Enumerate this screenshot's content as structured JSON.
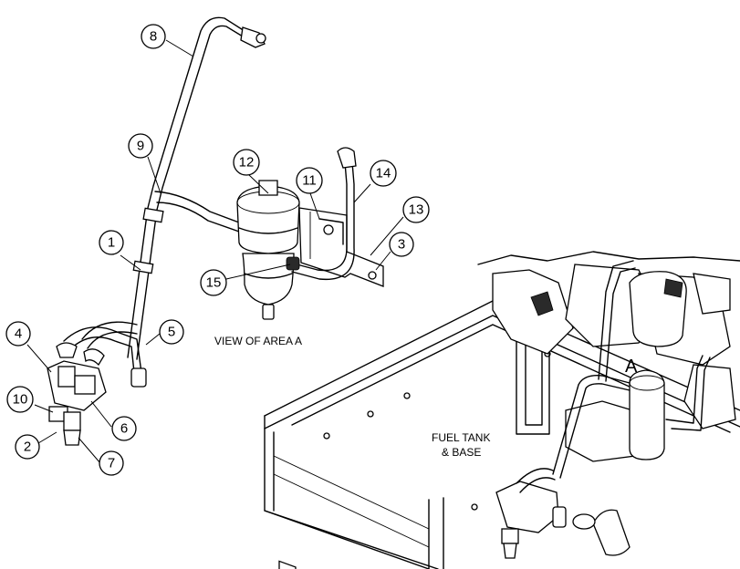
{
  "callouts": [
    "1",
    "2",
    "3",
    "4",
    "5",
    "6",
    "7",
    "8",
    "9",
    "10",
    "11",
    "12",
    "13",
    "14",
    "15"
  ],
  "labels": {
    "view_of_area": "VIEW OF AREA  A",
    "area_letter": "A",
    "fuel_tank_line1": "FUEL TANK",
    "fuel_tank_line2": "& BASE"
  }
}
